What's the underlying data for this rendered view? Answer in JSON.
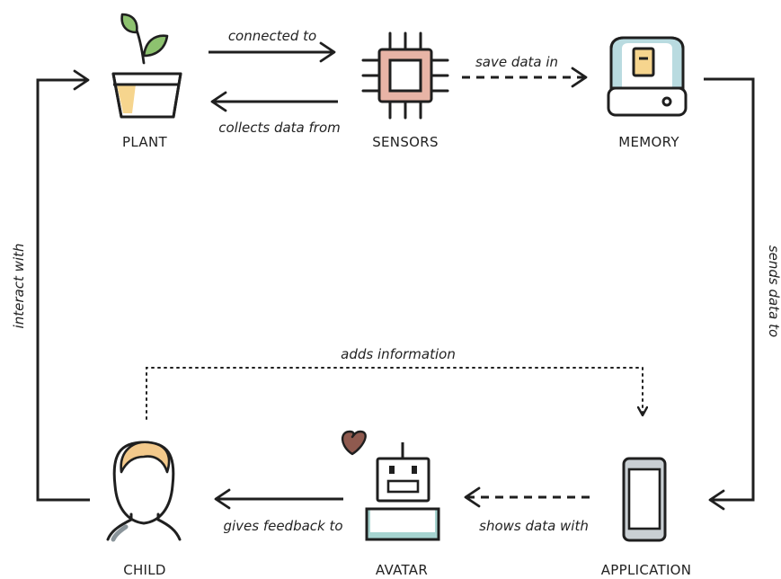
{
  "nodes": {
    "plant": "PLANT",
    "sensors": "SENSORS",
    "memory": "MEMORY",
    "child": "CHILD",
    "avatar": "AVATAR",
    "application": "APPLICATION"
  },
  "edges": {
    "connected_to": "connected to",
    "collects_data_from": "collects data from",
    "save_data_in": "save data in",
    "sends_data_to": "sends data to",
    "interact_with": "interact with",
    "adds_information": "adds information",
    "gives_feedback_to": "gives feedback to",
    "shows_data_with": "shows data with"
  },
  "colors": {
    "stroke": "#1f1f1f",
    "plant_leaf": "#8dc26f",
    "plant_pot": "#f6d58e",
    "chip": "#e8b4a6",
    "memory": "#b9dbe0",
    "phone": "#c9cfd3",
    "hair": "#f3c98b",
    "avatar_screen": "#a6d4d0",
    "heart": "#8f5a4f"
  }
}
